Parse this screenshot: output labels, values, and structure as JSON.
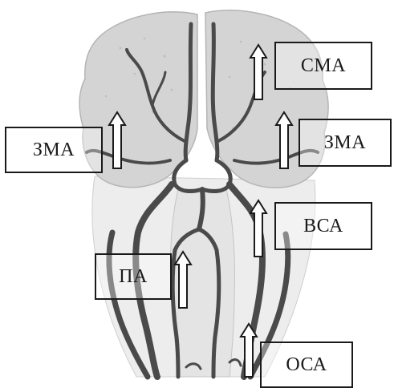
{
  "labels": {
    "cma": "СМА",
    "zma_left": "ЗМА",
    "zma_right": "ЗМА",
    "vsa": "ВСА",
    "pa": "ПА",
    "osa": "ОСА"
  },
  "colors": {
    "vessel": "#4a4a4a",
    "vessel_edge": "#2f2f2f",
    "brain": "#d2d2d2",
    "brain_light": "#e3e3e3",
    "stem": "#e6e6e6",
    "neck": "#ececec",
    "arrow_outline": "#1a1a1a",
    "arrow_fill": "#ffffff",
    "box_border": "#1a1a1a",
    "text": "#1a1a1a",
    "background": "#ffffff"
  }
}
